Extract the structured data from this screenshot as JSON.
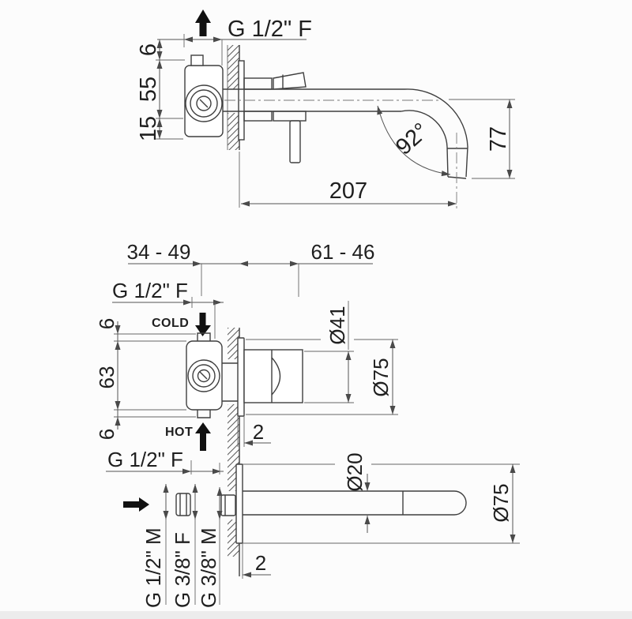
{
  "drawing": {
    "background_color": "#fcfcfc",
    "line_color": "#3f3f3f",
    "icons": [
      "up-arrow-supply",
      "down-arrow-cold",
      "up-arrow-hot",
      "right-arrow-supply"
    ],
    "top_view": {
      "thread_label": "G 1/2\" F",
      "dim_stub": "6",
      "dim_body": "55",
      "dim_below": "15",
      "dim_angle": "92°",
      "dim_drop": "77",
      "dim_reach": "207"
    },
    "front_view": {
      "dim_depth_range": "34 - 49",
      "dim_protrusion_range": "61 - 46",
      "cold_thread_label": "G 1/2\" F",
      "cold_label": "COLD",
      "hot_label": "HOT",
      "hot_thread_label": "G 1/2\" F",
      "dim_stub_top": "6",
      "dim_body_height": "63",
      "dim_stub_bottom": "6",
      "dim_handle_diameter": "Ø41",
      "dim_plate_diameter": "Ø75",
      "dim_plate_thickness": "2"
    },
    "spout_view": {
      "dim_spout_diameter": "Ø20",
      "dim_plate_diameter": "Ø75",
      "dim_plate_thickness": "2",
      "supply_thread_label": "G 1/2\" M",
      "adapter_thread_label": "G 3/8\" F",
      "wall_thread_label": "G 3/8\" M"
    }
  }
}
